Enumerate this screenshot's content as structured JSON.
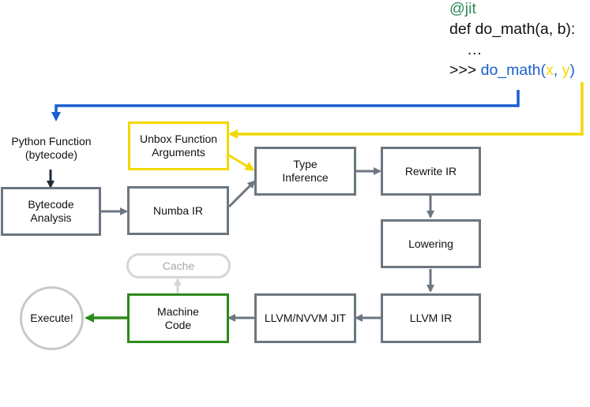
{
  "code": {
    "decorator": "@jit",
    "def_line": "def do_math(a, b):",
    "ellipsis": "…",
    "prompt": ">>> ",
    "call_func": "do_math",
    "open_paren": "(",
    "arg_x": "x",
    "comma": ", ",
    "arg_y": "y",
    "close_paren": ")"
  },
  "nodes": {
    "python_function": "Python Function\n(bytecode)",
    "unbox_arguments": "Unbox Function\nArguments",
    "type_inference": "Type\nInference",
    "rewrite_ir": "Rewrite IR",
    "bytecode_analysis": "Bytecode\nAnalysis",
    "numba_ir": "Numba IR",
    "lowering": "Lowering",
    "cache": "Cache",
    "execute": "Execute!",
    "machine_code": "Machine\nCode",
    "llvm_nvvm_jit": "LLVM/NVVM JIT",
    "llvm_ir": "LLVM IR"
  },
  "colors": {
    "code_green": "#2e8b57",
    "code_blue": "#1a5fd0",
    "accent_yellow": "#f2d800",
    "box_gray": "#6c7680",
    "machine_green": "#2c8a1c",
    "cache_gray": "#d6d6d6",
    "execute_gray": "#c8c8c8",
    "start_arrow": "#1f2a36"
  }
}
